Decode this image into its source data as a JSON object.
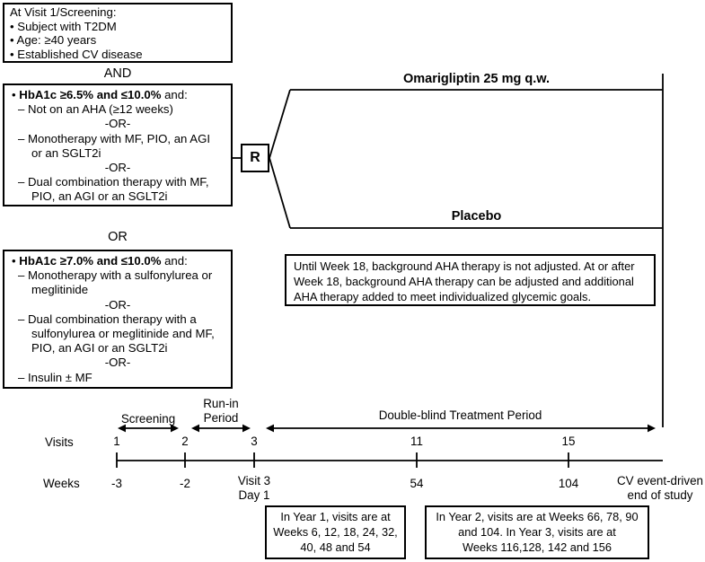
{
  "colors": {
    "ink": "#000000",
    "bg": "#ffffff"
  },
  "screening_box": {
    "title": "At Visit 1/Screening:",
    "item_1": "• Subject with T2DM",
    "item_2": "• Age: ≥40 years",
    "item_3": "• Established CV disease"
  },
  "connector_and": "AND",
  "connector_or": "OR",
  "arm1_criteria_box": {
    "bullet": "•",
    "criterion_bold": "HbA1c ≥6.5% and ≤10.0%",
    "criterion_tail": " and:",
    "option_1": "– Not on an AHA (≥12 weeks)",
    "separator_1": "-OR-",
    "option_2": "– Monotherapy with MF, PIO, an AGI or an SGLT2i",
    "separator_2": "-OR-",
    "option_3": "– Dual combination therapy with MF, PIO, an AGI or an SGLT2i"
  },
  "arm2_criteria_box": {
    "bullet": "•",
    "criterion_bold": "HbA1c ≥7.0% and ≤10.0%",
    "criterion_tail": " and:",
    "option_1": "– Monotherapy with a sulfonylurea or meglitinide",
    "separator_1": "-OR-",
    "option_2": "– Dual combination therapy with a sulfonylurea or meglitinide and MF, PIO, an AGI or an SGLT2i",
    "separator_2": "-OR-",
    "option_3": "– Insulin ± MF"
  },
  "randomization_label": "R",
  "treatment_arm_label": "Omarigliptin 25 mg q.w.",
  "placebo_arm_label": "Placebo",
  "aha_note": "Until Week 18, background AHA therapy is not adjusted. At or after Week 18, background AHA therapy can be adjusted and additional AHA therapy added to meet individualized glycemic goals.",
  "period_labels": {
    "screening": "Screening",
    "run_in_line1": "Run-in",
    "run_in_line2": "Period",
    "double_blind": "Double-blind Treatment Period"
  },
  "timeline": {
    "visits_label": "Visits",
    "weeks_label": "Weeks",
    "visit_1": "1",
    "visit_2": "2",
    "visit_3": "3",
    "visit_4": "11",
    "visit_5": "15",
    "week_1": "-3",
    "week_2": "-2",
    "week_3_line1": "Visit 3",
    "week_3_line2": "Day 1",
    "week_4": "54",
    "week_5": "104",
    "end_line1": "CV event-driven",
    "end_line2": "end of study"
  },
  "year1_box": {
    "line_1": "In Year 1, visits are at",
    "line_2": "Weeks 6, 12, 18, 24, 32,",
    "line_3": "40, 48 and 54"
  },
  "year2_box": {
    "line_1": "In Year 2, visits are at Weeks 66, 78, 90",
    "line_2": "and 104. In Year 3, visits are at",
    "line_3": "Weeks 116,128, 142 and 156"
  }
}
